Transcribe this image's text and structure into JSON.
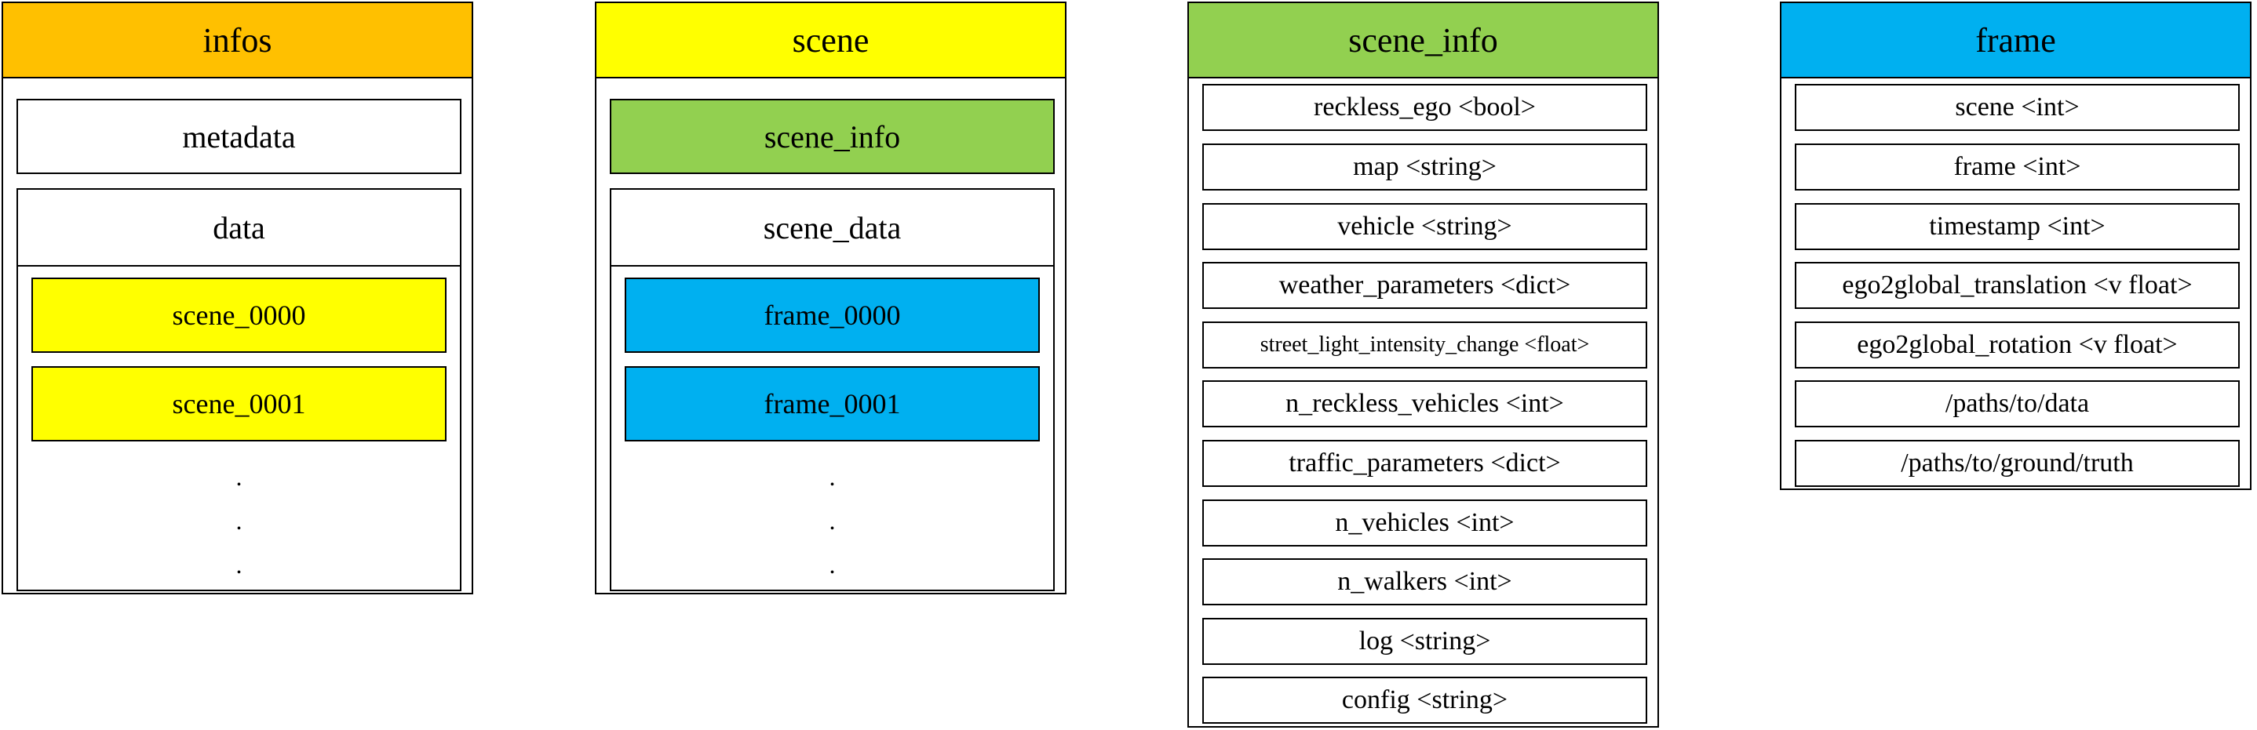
{
  "colors": {
    "infos": "#ffc000",
    "scene": "#ffff00",
    "scene_info": "#92d050",
    "frame": "#00b0f0"
  },
  "infos": {
    "title": "infos",
    "metadata": "metadata",
    "data": {
      "title": "data",
      "items": [
        "scene_0000",
        "scene_0001"
      ],
      "dots": [
        ".",
        ".",
        "."
      ]
    }
  },
  "scene": {
    "title": "scene",
    "scene_info": "scene_info",
    "scene_data": {
      "title": "scene_data",
      "items": [
        "frame_0000",
        "frame_0001"
      ],
      "dots": [
        ".",
        ".",
        "."
      ]
    }
  },
  "scene_info": {
    "title": "scene_info",
    "fields": [
      "reckless_ego <bool>",
      "map <string>",
      "vehicle <string>",
      "weather_parameters <dict>",
      "street_light_intensity_change <float>",
      "n_reckless_vehicles <int>",
      "traffic_parameters <dict>",
      "n_vehicles <int>",
      "n_walkers <int>",
      "log <string>",
      "config <string>"
    ]
  },
  "frame": {
    "title": "frame",
    "fields": [
      "scene <int>",
      "frame <int>",
      "timestamp <int>",
      "ego2global_translation <v float>",
      "ego2global_rotation <v float>",
      "/paths/to/data",
      "/paths/to/ground/truth"
    ]
  }
}
